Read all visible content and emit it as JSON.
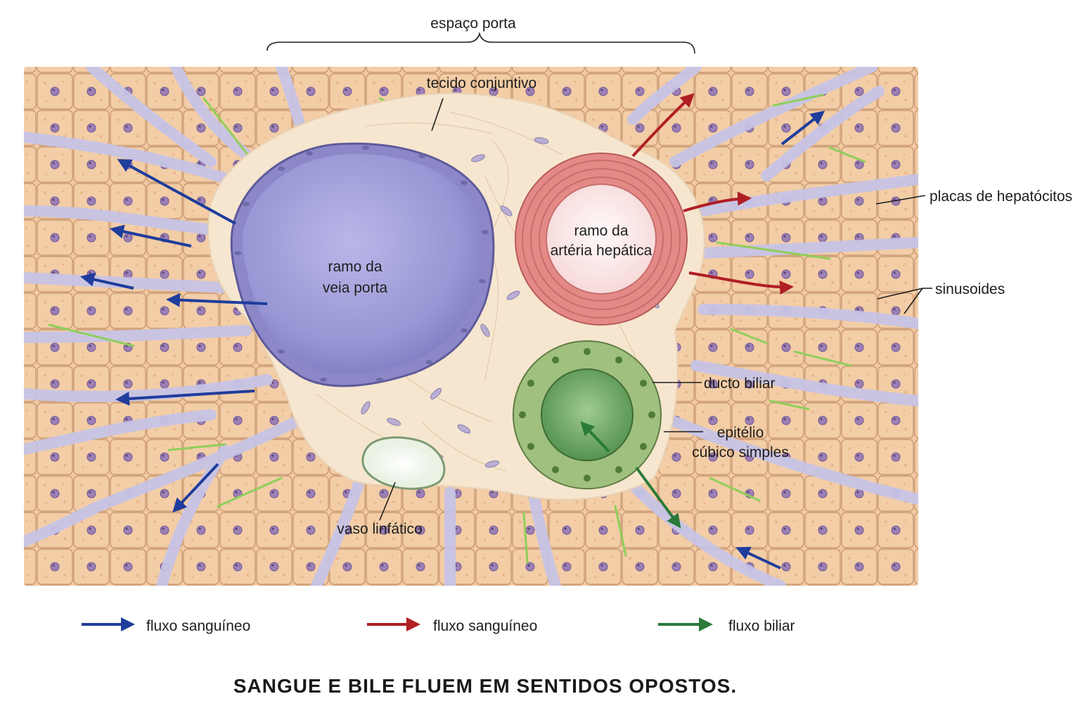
{
  "labels": {
    "portal_space": "espaço porta",
    "connective_tissue": "tecido conjuntivo",
    "portal_vein_line1": "ramo da",
    "portal_vein_line2": "veia porta",
    "hepatic_artery_line1": "ramo da",
    "hepatic_artery_line2": "artéria hepática",
    "hepatocyte_plates": "placas de hepatócitos",
    "sinusoids": "sinusoides",
    "bile_duct": "ducto biliar",
    "epithelium_line1": "epitélio",
    "epithelium_line2": "cúbico simples",
    "lymphatic_vessel": "vaso linfático"
  },
  "legend": [
    {
      "label": "fluxo sanguíneo",
      "color": "#1f3d9c"
    },
    {
      "label": "fluxo sanguíneo",
      "color": "#b01f24"
    },
    {
      "label": "fluxo biliar",
      "color": "#2a7a38"
    }
  ],
  "title": "SANGUE E BILE FLUEM EM SENTIDOS OPOSTOS.",
  "colors": {
    "hepatocyte": "#f2c9a0",
    "sinusoid": "#c9c6e4",
    "portal_vein": "#9d9bd6",
    "artery_wall": "#e58a86",
    "bile_epithelium": "#9fc07e",
    "bile_lumen": "#5f9e58",
    "connective": "#f6e6cf",
    "blue_arrow": "#1f3d9c",
    "red_arrow": "#b01f24",
    "green_arrow": "#2a7a38"
  }
}
